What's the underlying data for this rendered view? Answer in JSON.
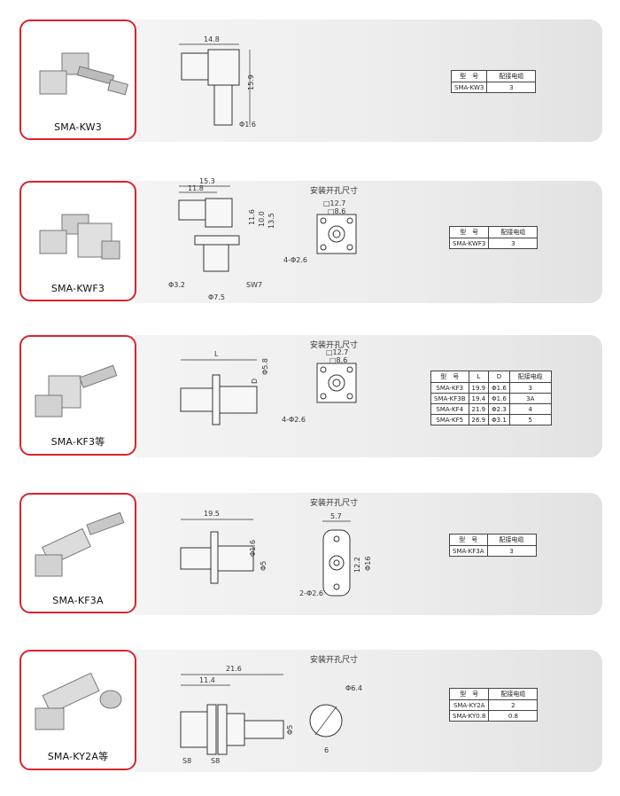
{
  "colors": {
    "frame": "#d9242c",
    "panel": "#ececec"
  },
  "products": [
    {
      "name": "SMA-KW3",
      "caption": "",
      "dims": {
        "a": "14.8",
        "b": "15.9",
        "c": "Φ1.6"
      },
      "table": {
        "headers": [
          "型　号",
          "配接电缆"
        ],
        "rows": [
          [
            "SMA-KW3",
            "3"
          ]
        ]
      }
    },
    {
      "name": "SMA-KWF3",
      "caption": "安装开孔尺寸",
      "dims": {
        "a": "15.3",
        "b": "11.8",
        "c": "11.6",
        "d": "10.0",
        "e": "13.5",
        "f": "Φ3.2",
        "g": "Φ7.5",
        "h": "SW7",
        "i": "□12.7",
        "j": "□8.6",
        "k": "4-Φ2.6"
      },
      "table": {
        "headers": [
          "型　号",
          "配接电缆"
        ],
        "rows": [
          [
            "SMA-KWF3",
            "3"
          ]
        ]
      }
    },
    {
      "name": "SMA-KF3等",
      "caption": "安装开孔尺寸",
      "dims": {
        "a": "L",
        "b": "Φ5.8",
        "c": "D",
        "i": "□12.7",
        "j": "□8.6",
        "k": "4-Φ2.6"
      },
      "table": {
        "headers": [
          "型　号",
          "L",
          "D",
          "配接电缆"
        ],
        "rows": [
          [
            "SMA-KF3",
            "19.9",
            "Φ1.6",
            "3"
          ],
          [
            "SMA-KF3B",
            "19.4",
            "Φ1.6",
            "3A"
          ],
          [
            "SMA-KF4",
            "21.9",
            "Φ2.3",
            "4"
          ],
          [
            "SMA-KF5",
            "26.9",
            "Φ3.1",
            "5"
          ]
        ]
      }
    },
    {
      "name": "SMA-KF3A",
      "caption": "安装开孔尺寸",
      "dims": {
        "a": "19.5",
        "b": "Φ1.6",
        "c": "Φ5",
        "i": "5.7",
        "j": "12.2",
        "l": "Φ16",
        "k": "2-Φ2.6"
      },
      "table": {
        "headers": [
          "型　号",
          "配接电缆"
        ],
        "rows": [
          [
            "SMA-KF3A",
            "3"
          ]
        ]
      }
    },
    {
      "name": "SMA-KY2A等",
      "caption": "安装开孔尺寸",
      "dims": {
        "a": "21.6",
        "b": "11.4",
        "c": "Φ5",
        "d": "S8",
        "e": "S8",
        "i": "Φ6.4",
        "j": "6"
      },
      "table": {
        "headers": [
          "型　号",
          "配接电缆"
        ],
        "rows": [
          [
            "SMA-KY2A",
            "2"
          ],
          [
            "SMA-KY0.8",
            "0.8"
          ]
        ]
      }
    }
  ]
}
